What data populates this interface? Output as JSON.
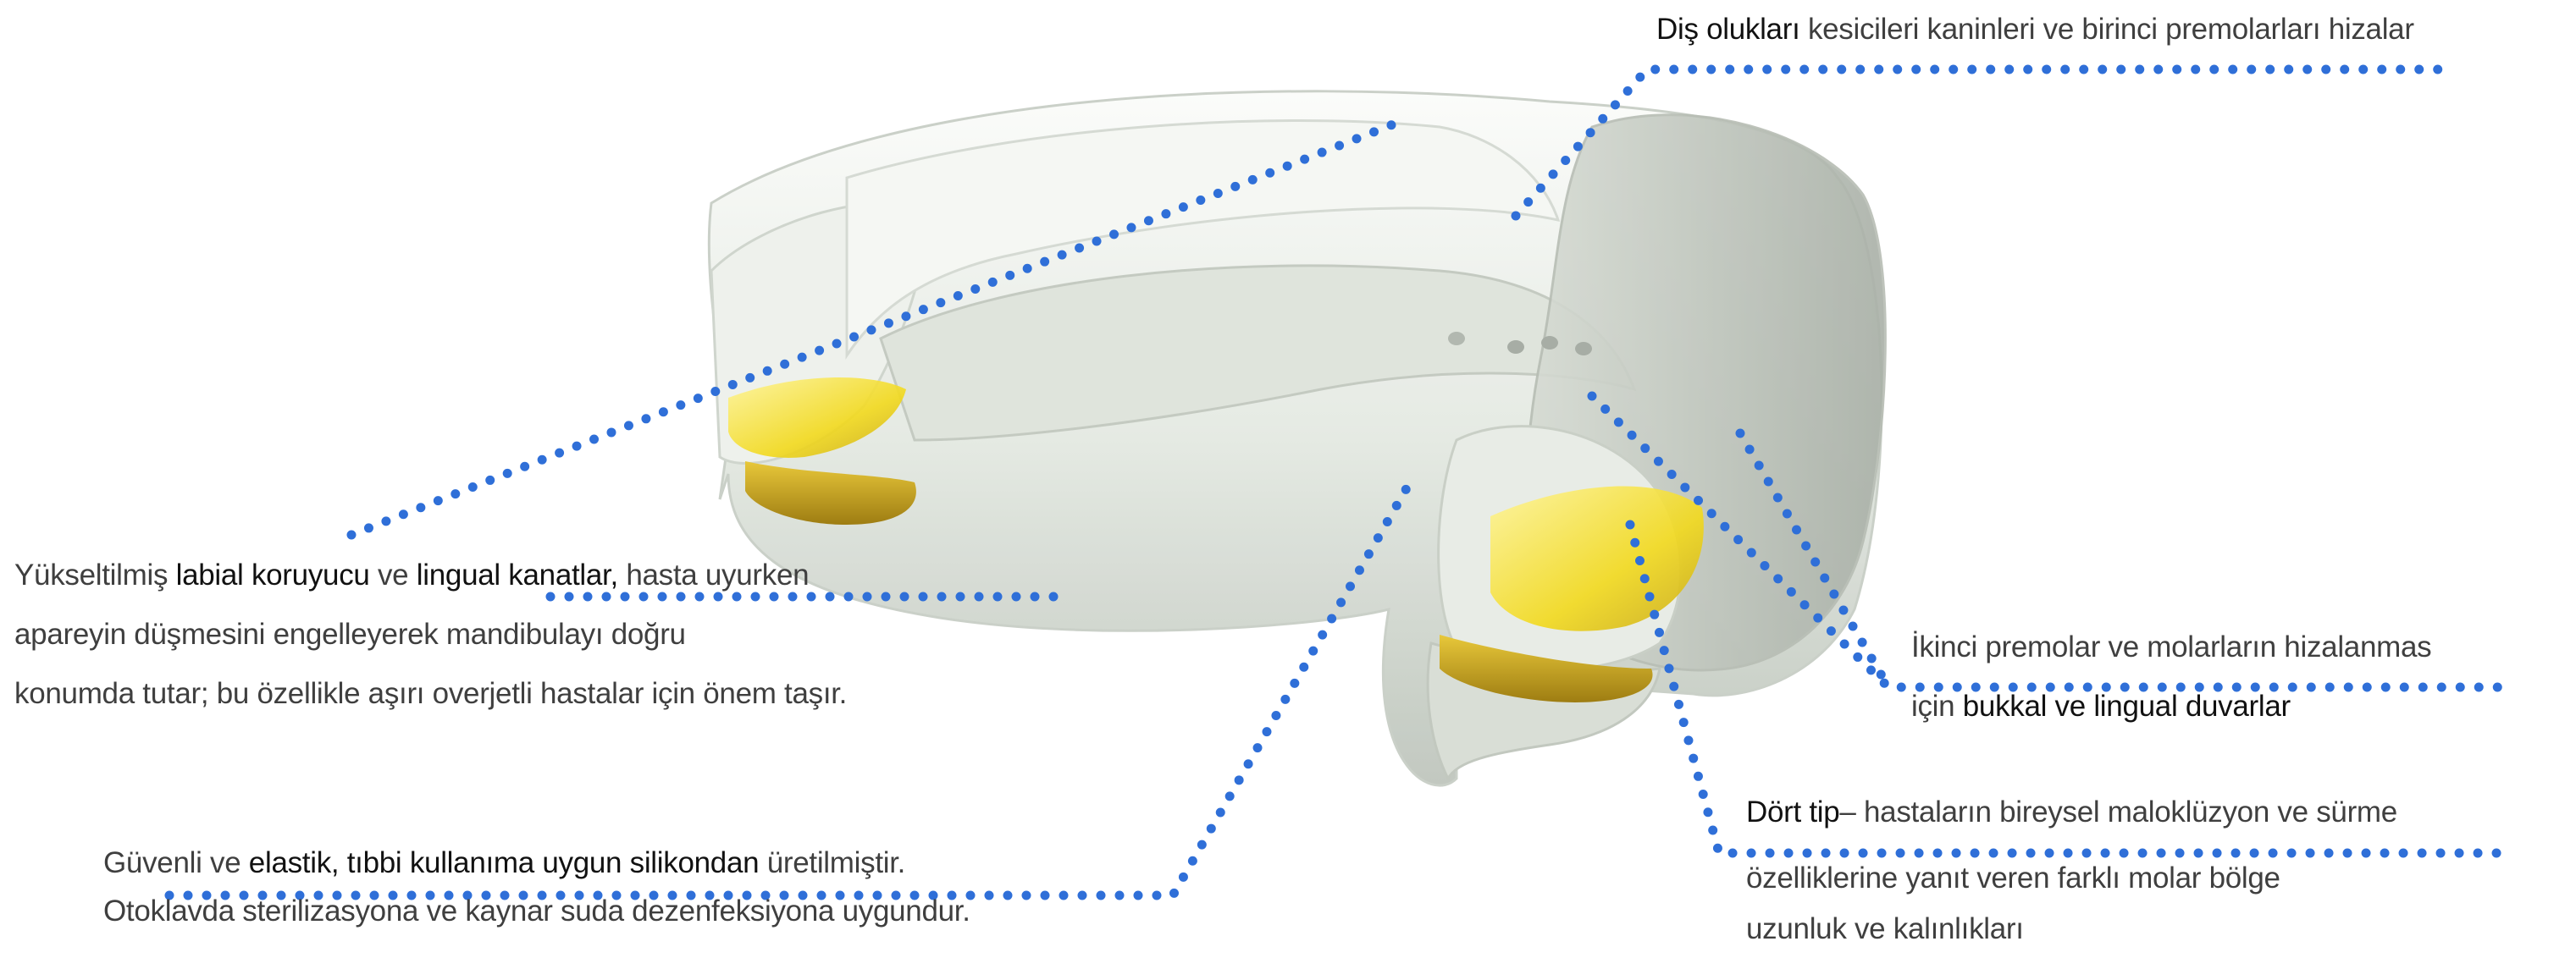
{
  "callouts": {
    "top_right": {
      "strong": "Diş olukları",
      "rest": " kesicileri  kaninleri ve birinci premolarları hizalar"
    },
    "left": {
      "line1_pre": "Yükseltilmiş ",
      "line1_strong1": "labial koruyucu",
      "line1_mid": " ve ",
      "line1_strong2": "lingual kanatlar,",
      "line1_post": " hasta uyurken",
      "line2": "apareyin düşmesini engelleyerek mandibulayı doğru",
      "line3": "konumda tutar; bu özellikle aşırı overjetli hastalar için önem taşır."
    },
    "right_mid": {
      "line1": "İkinci premolar ve molarların hizalanmas",
      "line2_pre": "için ",
      "line2_strong": "bukkal ve lingual duvarlar"
    },
    "bottom_left": {
      "line1_pre": "Güvenli  ve  ",
      "line1_strong": "elastik,  tıbbi  kullanıma  uygun  silikondan",
      "line1_post": "  üretilmiştir.",
      "line2": "Otoklavda  sterilizasyona ve kaynar suda dezenfeksiyona uygundur."
    },
    "bottom_right": {
      "line1_strong": "Dört tip",
      "line1_rest": "– hastaların bireysel maloklüzyon ve sürme",
      "line2": "özelliklerine yanıt veren farklı molar bölge",
      "line3": "uzunluk ve kalınlıkları"
    }
  },
  "colors": {
    "leader": "#2f6fd8",
    "appliance_body": "#e9ede7",
    "insert": "#f4dd2a"
  }
}
